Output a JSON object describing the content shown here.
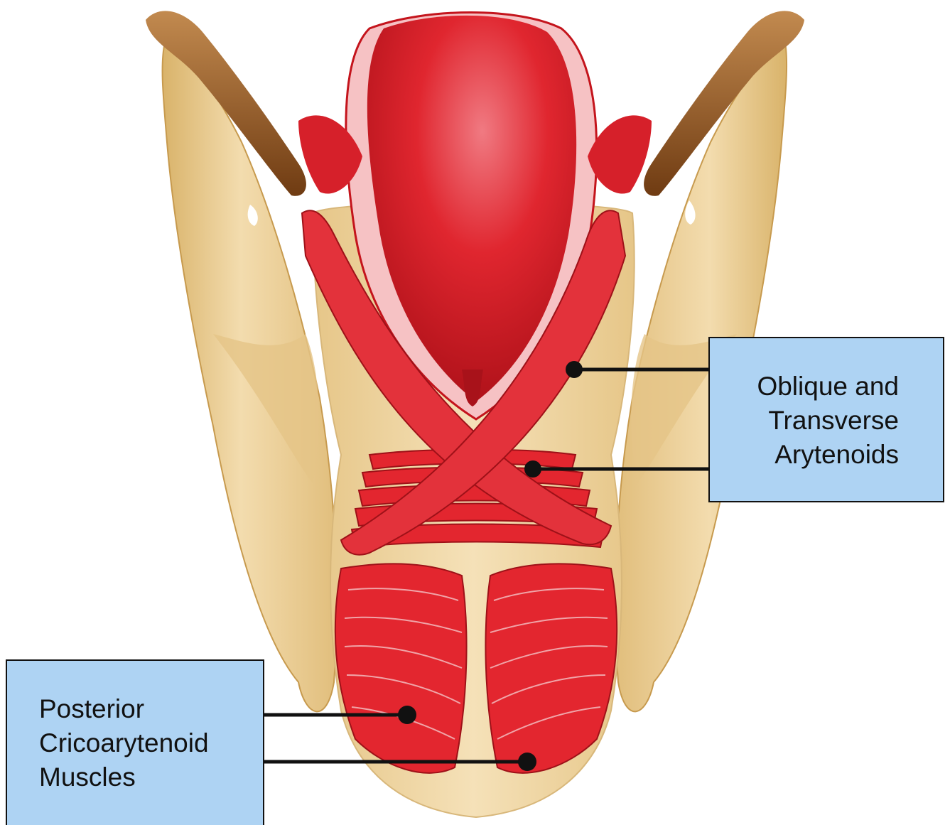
{
  "colors": {
    "label_fill": "#aed3f3",
    "label_border": "#111111",
    "leader_line": "#111111",
    "muscle_red": "#e3262f",
    "muscle_dark": "#b3141b",
    "cartilage": "#ecd09a",
    "cartilage_shadow": "#d4ab5e",
    "epiglottis_stalk": "#8a4e1e"
  },
  "labels": {
    "arytenoids": {
      "line1": "Oblique and",
      "line2": "Transverse",
      "line3": "Arytenoids"
    },
    "posterior_cricoarytenoid": {
      "line1": "Posterior",
      "line2": "Cricoarytenoid",
      "line3": "Muscles"
    }
  }
}
